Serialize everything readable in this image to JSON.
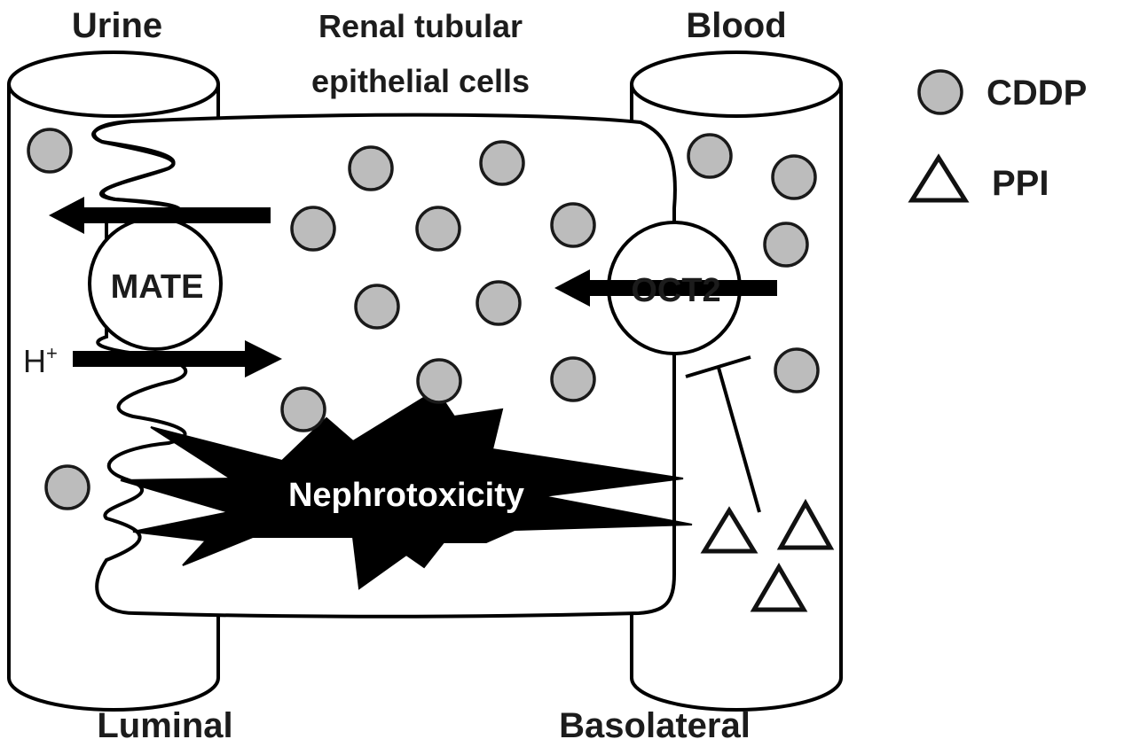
{
  "labels": {
    "urine": "Urine",
    "cells_line1": "Renal tubular",
    "cells_line2": "epithelial cells",
    "blood": "Blood",
    "luminal": "Luminal",
    "basolateral": "Basolateral"
  },
  "transporters": {
    "mate": "MATE",
    "oct2": "OCT2"
  },
  "proton": {
    "symbol": "H",
    "charge": "+"
  },
  "effect": "Nephrotoxicity",
  "legend": [
    {
      "icon": "circle",
      "label": "CDDP"
    },
    {
      "icon": "triangle",
      "label": "PPI"
    }
  ],
  "colors": {
    "cddp_fill": "#bcbcbc",
    "stroke": "#000000",
    "tox_fill": "#000000",
    "tox_text": "#ffffff"
  },
  "counts": {
    "cddp_urine": 2,
    "cddp_cell": 10,
    "cddp_blood": 4,
    "ppi_blood": 3
  }
}
